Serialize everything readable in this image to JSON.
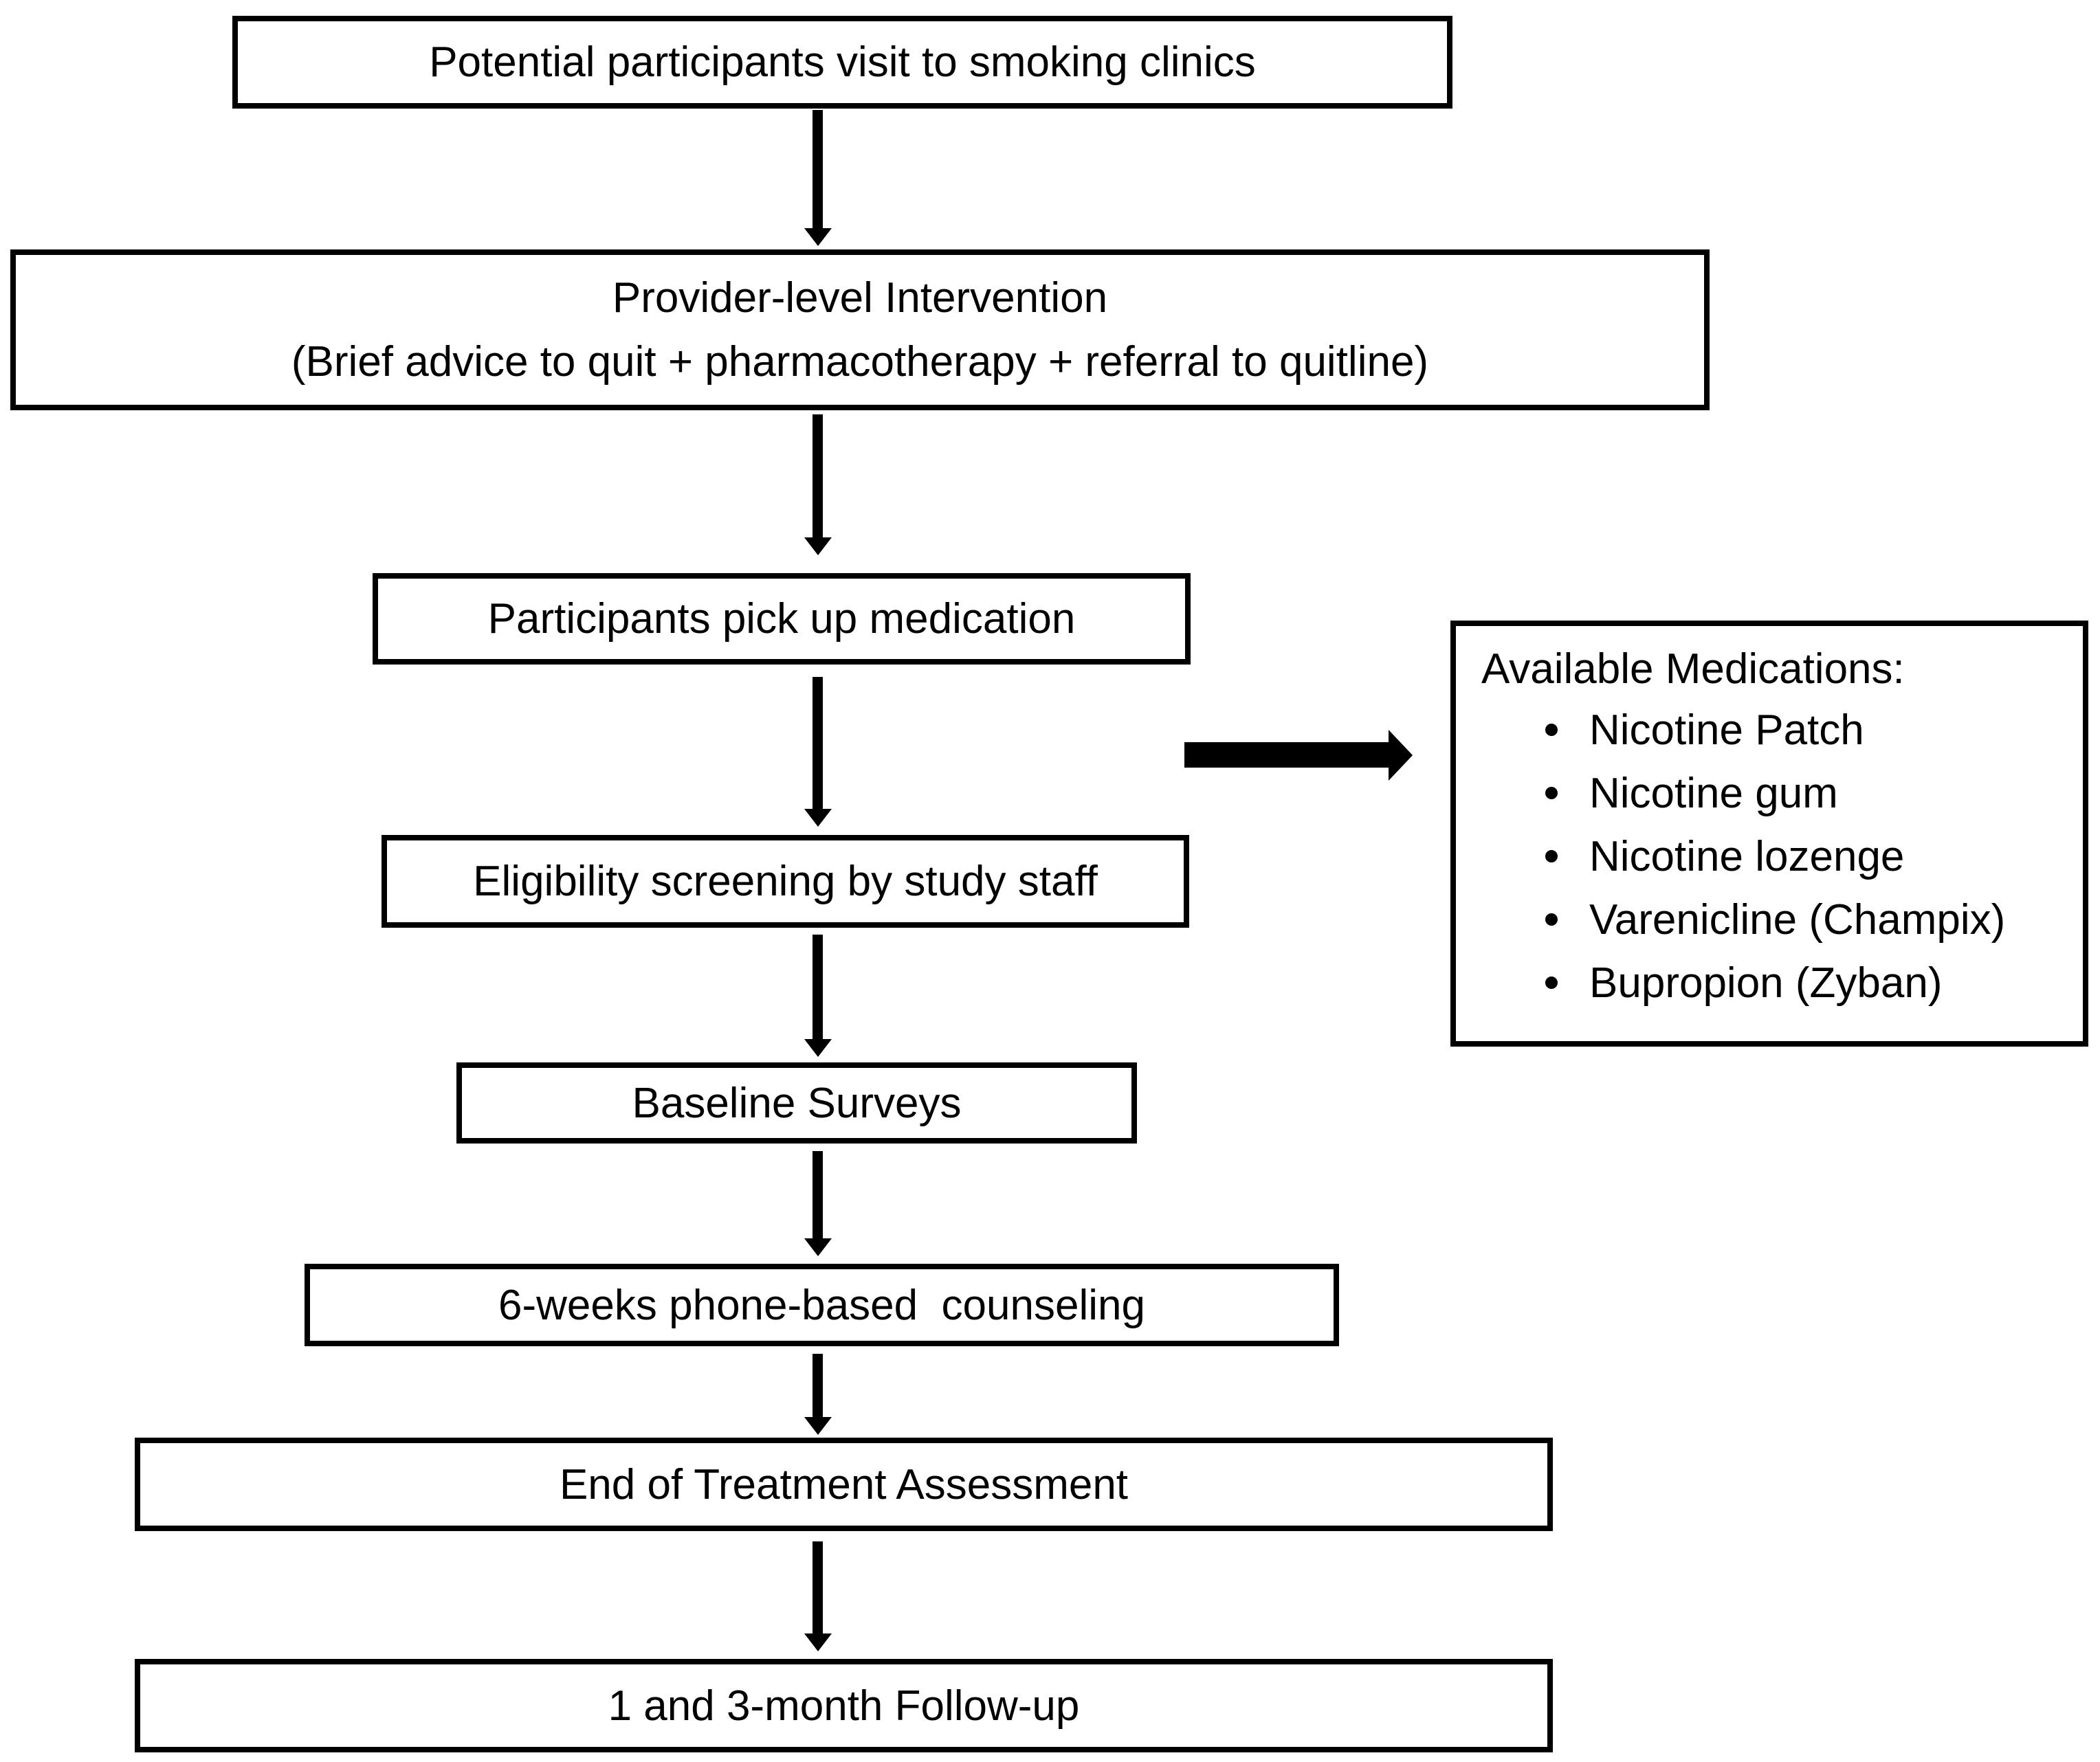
{
  "diagram": {
    "kind": "study-flowchart",
    "flow": {
      "step1": "Potential participants visit to smoking clinics",
      "step2_line1": "Provider-level Intervention",
      "step2_line2": "(Brief advice to quit + pharmacotherapy + referral to quitline)",
      "step3": "Participants pick up medication",
      "step4": "Eligibility screening by study staff",
      "step5": "Baseline Surveys",
      "step6": "6-weeks phone-based  counseling",
      "step7": "End of Treatment Assessment",
      "step8": "1 and 3-month Follow-up"
    },
    "medications": {
      "title": "Available Medications:",
      "items": [
        "Nicotine Patch",
        "Nicotine gum",
        "Nicotine lozenge",
        "Varenicline (Champix)",
        "Bupropion (Zyban)"
      ]
    },
    "colors": {
      "ink": "#000000",
      "background": "#ffffff"
    }
  }
}
